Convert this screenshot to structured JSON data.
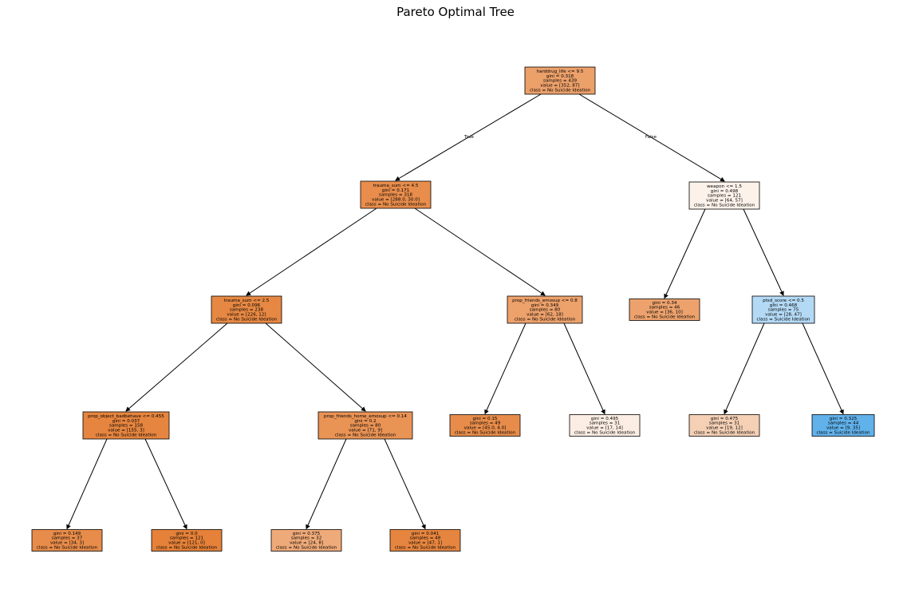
{
  "title": "Pareto Optimal Tree",
  "colors": {
    "no_ideation": "#e58139",
    "ideation": "#399de5"
  },
  "edge_labels": {
    "true_label": "True",
    "false_label": "False"
  },
  "nodes": [
    {
      "id": "n0",
      "fill": "#eca06a",
      "lines": [
        "harddrug_life <= 9.5",
        "gini = 0.318",
        "samples = 439",
        "value = [352, 87]",
        "class = No Suicide Ideation"
      ]
    },
    {
      "id": "n1",
      "fill": "#e88d4c",
      "lines": [
        "trauma_sum <= 4.5",
        "gini = 0.171",
        "samples = 318",
        "value = [288.0, 30.0]",
        "class = No Suicide Ideation"
      ]
    },
    {
      "id": "n2",
      "fill": "#fcf2ea",
      "lines": [
        "weapon <= 1.5",
        "gini = 0.498",
        "samples = 121",
        "value = [64, 57]",
        "class = No Suicide Ideation"
      ]
    },
    {
      "id": "n3",
      "fill": "#e68843",
      "lines": [
        "trauma_sum <= 2.5",
        "gini = 0.096",
        "samples = 238",
        "value = [226, 12]",
        "class = No Suicide Ideation"
      ]
    },
    {
      "id": "n4",
      "fill": "#eda16b",
      "lines": [
        "prop_friends_emosup <= 0.8",
        "gini = 0.349",
        "samples = 80",
        "value = [62, 18]",
        "class = No Suicide Ideation"
      ]
    },
    {
      "id": "n5",
      "fill": "#eda26d",
      "lines": [
        "gini = 0.34",
        "samples = 46",
        "value = [36, 10]",
        "class = No Suicide Ideation"
      ]
    },
    {
      "id": "n6",
      "fill": "#b3d9f5",
      "lines": [
        "ptsd_score <= 0.5",
        "gini = 0.468",
        "samples = 75",
        "value = [28, 47]",
        "class = Suicide Ideation"
      ]
    },
    {
      "id": "n7",
      "fill": "#e6853f",
      "lines": [
        "prop_object_badbehave <= 0.455",
        "gini = 0.037",
        "samples = 158",
        "value = [155, 3]",
        "class = No Suicide Ideation"
      ]
    },
    {
      "id": "n8",
      "fill": "#e99355",
      "lines": [
        "prop_friends_home_emosup <= 0.14",
        "gini = 0.2",
        "samples = 80",
        "value = [71, 9]",
        "class = No Suicide Ideation"
      ]
    },
    {
      "id": "n9",
      "fill": "#e78c4a",
      "lines": [
        "gini = 0.15",
        "samples = 49",
        "value = [45.0, 4.0]",
        "class = No Suicide Ideation"
      ]
    },
    {
      "id": "n10",
      "fill": "#fbede3",
      "lines": [
        "gini = 0.495",
        "samples = 31",
        "value = [17, 14]",
        "class = No Suicide Ideation"
      ]
    },
    {
      "id": "n11",
      "fill": "#f5d0b5",
      "lines": [
        "gini = 0.475",
        "samples = 31",
        "value = [19, 12]",
        "class = No Suicide Ideation"
      ]
    },
    {
      "id": "n12",
      "fill": "#61b1ea",
      "lines": [
        "gini = 0.325",
        "samples = 44",
        "value = [9, 35]",
        "class = Suicide Ideation"
      ]
    },
    {
      "id": "n13",
      "fill": "#e78c4a",
      "lines": [
        "gini = 0.149",
        "samples = 37",
        "value = [34, 3]",
        "class = No Suicide Ideation"
      ]
    },
    {
      "id": "n14",
      "fill": "#e58139",
      "lines": [
        "gini = 0.0",
        "samples = 121",
        "value = [121, 0]",
        "class = No Suicide Ideation"
      ]
    },
    {
      "id": "n15",
      "fill": "#efaa79",
      "lines": [
        "gini = 0.375",
        "samples = 32",
        "value = [24, 8]",
        "class = No Suicide Ideation"
      ]
    },
    {
      "id": "n16",
      "fill": "#e6853f",
      "lines": [
        "gini = 0.041",
        "samples = 48",
        "value = [47, 1]",
        "class = No Suicide Ideation"
      ]
    }
  ],
  "edges": [
    [
      "n0",
      "n1"
    ],
    [
      "n0",
      "n2"
    ],
    [
      "n1",
      "n3"
    ],
    [
      "n1",
      "n4"
    ],
    [
      "n2",
      "n5"
    ],
    [
      "n2",
      "n6"
    ],
    [
      "n3",
      "n7"
    ],
    [
      "n3",
      "n8"
    ],
    [
      "n4",
      "n9"
    ],
    [
      "n4",
      "n10"
    ],
    [
      "n6",
      "n11"
    ],
    [
      "n6",
      "n12"
    ],
    [
      "n7",
      "n13"
    ],
    [
      "n7",
      "n14"
    ],
    [
      "n8",
      "n15"
    ],
    [
      "n8",
      "n16"
    ]
  ]
}
